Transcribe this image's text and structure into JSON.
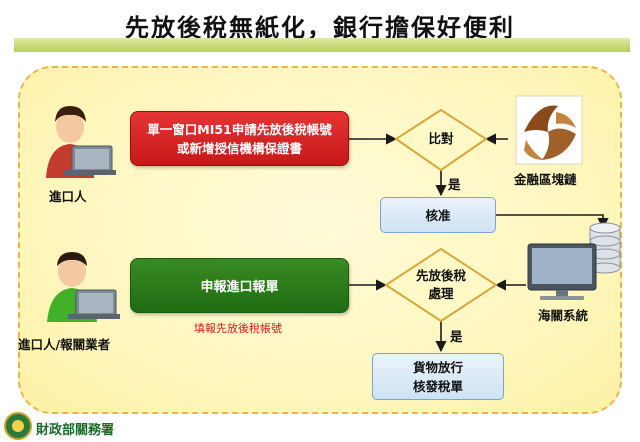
{
  "title": "先放後稅無紙化，銀行擔保好便利",
  "actors": {
    "importer": "進口人",
    "importer_broker": "進口人/報關業者",
    "blockchain": "金融區塊鏈",
    "customs_system": "海關系統"
  },
  "steps": {
    "apply": [
      "單一窗口MI51申請先放後稅帳號",
      "或新增授信機構保證書"
    ],
    "compare": "比對",
    "approve": "核准",
    "declare": "申報進口報單",
    "fill_note": "填報先放後稅帳號",
    "release_decision": [
      "先放後稅",
      "處理"
    ],
    "release_result": [
      "貨物放行",
      "核發稅單"
    ],
    "yes_1": "是",
    "yes_2": "是"
  },
  "footer": {
    "agency": "財政部關務署"
  },
  "colors": {
    "title_bar": "#b9cf5a",
    "panel_border": "#e8b64a",
    "red_box": "#d42020",
    "green_box": "#2a7a1a",
    "blue_box": "#d9e8f5"
  }
}
